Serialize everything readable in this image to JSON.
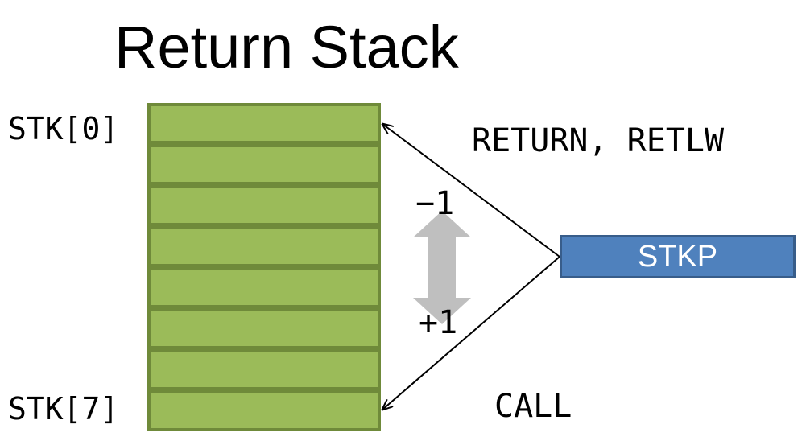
{
  "title": "Return Stack",
  "stack": {
    "top_label": "STK[0]",
    "bottom_label": "STK[7]",
    "slot_count": 8
  },
  "operations": {
    "pop": "RETURN, RETLW",
    "push": "CALL"
  },
  "pointer": {
    "label": "STKP",
    "decrement": "−1",
    "increment": "+1"
  },
  "colors": {
    "slot_fill": "#9bbb59",
    "slot_border": "#6f8a3a",
    "pointer_fill": "#4f81bd",
    "pointer_border": "#385d8a",
    "direction_arrow": "#bfbfbf"
  }
}
